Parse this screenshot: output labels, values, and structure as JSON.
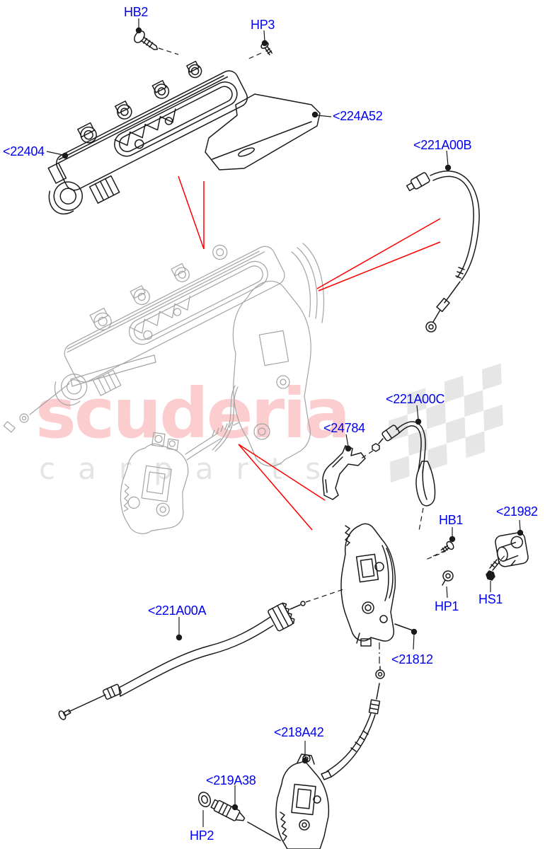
{
  "diagram": {
    "type": "exploded-parts-diagram"
  },
  "labels": {
    "hb2": {
      "text": "HB2"
    },
    "hp3": {
      "text": "HP3"
    },
    "p22404": {
      "text": "<22404"
    },
    "p224a52": {
      "text": "<224A52"
    },
    "p221a00b": {
      "text": "<221A00B"
    },
    "p221a00c": {
      "text": "<221A00C"
    },
    "p24784": {
      "text": "<24784"
    },
    "p21982": {
      "text": "<21982"
    },
    "hb1": {
      "text": "HB1"
    },
    "hp1": {
      "text": "HP1"
    },
    "hs1": {
      "text": "HS1"
    },
    "p221a00a": {
      "text": "<221A00A"
    },
    "p21812": {
      "text": "<21812"
    },
    "p218a42": {
      "text": "<218A42"
    },
    "p219a38": {
      "text": "<219A38"
    },
    "hp2": {
      "text": "HP2"
    }
  },
  "watermark": {
    "primary": "scuderia",
    "secondary": "carparts"
  },
  "colors": {
    "label_blue": "#0000EE",
    "callout_red": "#FF0000",
    "line_art_black": "#1a1a1a",
    "ghost_gray": "#a3a3a3",
    "watermark_pink": "#ED1C24",
    "watermark_gray": "#e4e4e4",
    "background": "#FFFFFF"
  }
}
